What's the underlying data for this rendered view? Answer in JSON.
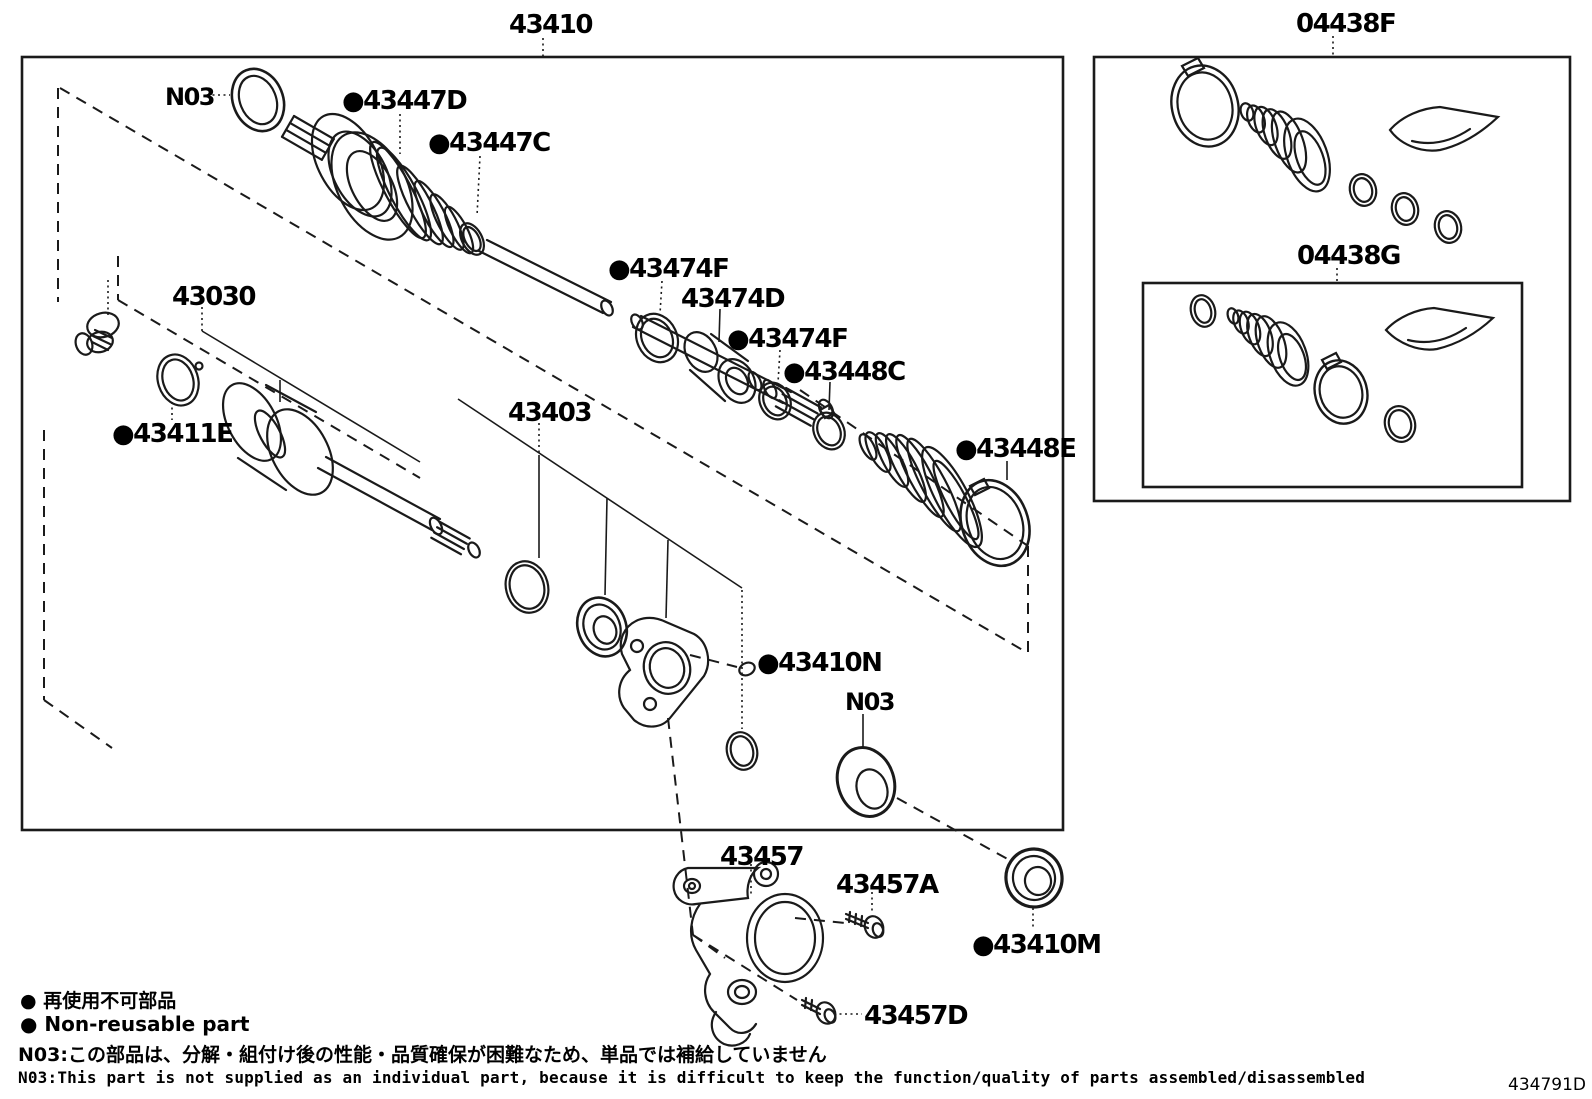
{
  "diagram": {
    "title_part_no": "43410",
    "figure_code": "434791D",
    "colors": {
      "line": "#1a1a1a",
      "background": "#ffffff"
    },
    "boxes": {
      "outer_kit_label": "04438F",
      "inner_kit_label": "04438G"
    },
    "labels": {
      "n03_top": "N03",
      "p43447d": "●43447D",
      "p43447c": "●43447C",
      "p43474f_1": "●43474F",
      "p43474d": "43474D",
      "p43474f_2": "●43474F",
      "p43448c": "●43448C",
      "p43030": "43030",
      "p43411e": "●43411E",
      "p43403": "43403",
      "p43448e": "●43448E",
      "p43410n": "●43410N",
      "n03_bottom": "N03",
      "p43457": "43457",
      "p43457a": "43457A",
      "p43410m": "●43410M",
      "p43457d": "43457D"
    },
    "legend": {
      "nonreusable_jp": "● 再使用不可部品",
      "nonreusable_en": "● Non-reusable part",
      "note_jp": "N03:この部品は、分解・組付け後の性能・品質確保が困難なため、単品では補給していません",
      "note_en": "N03:This part is not supplied as an individual part, because it is difficult to keep the function/quality of parts assembled/disassembled"
    }
  }
}
